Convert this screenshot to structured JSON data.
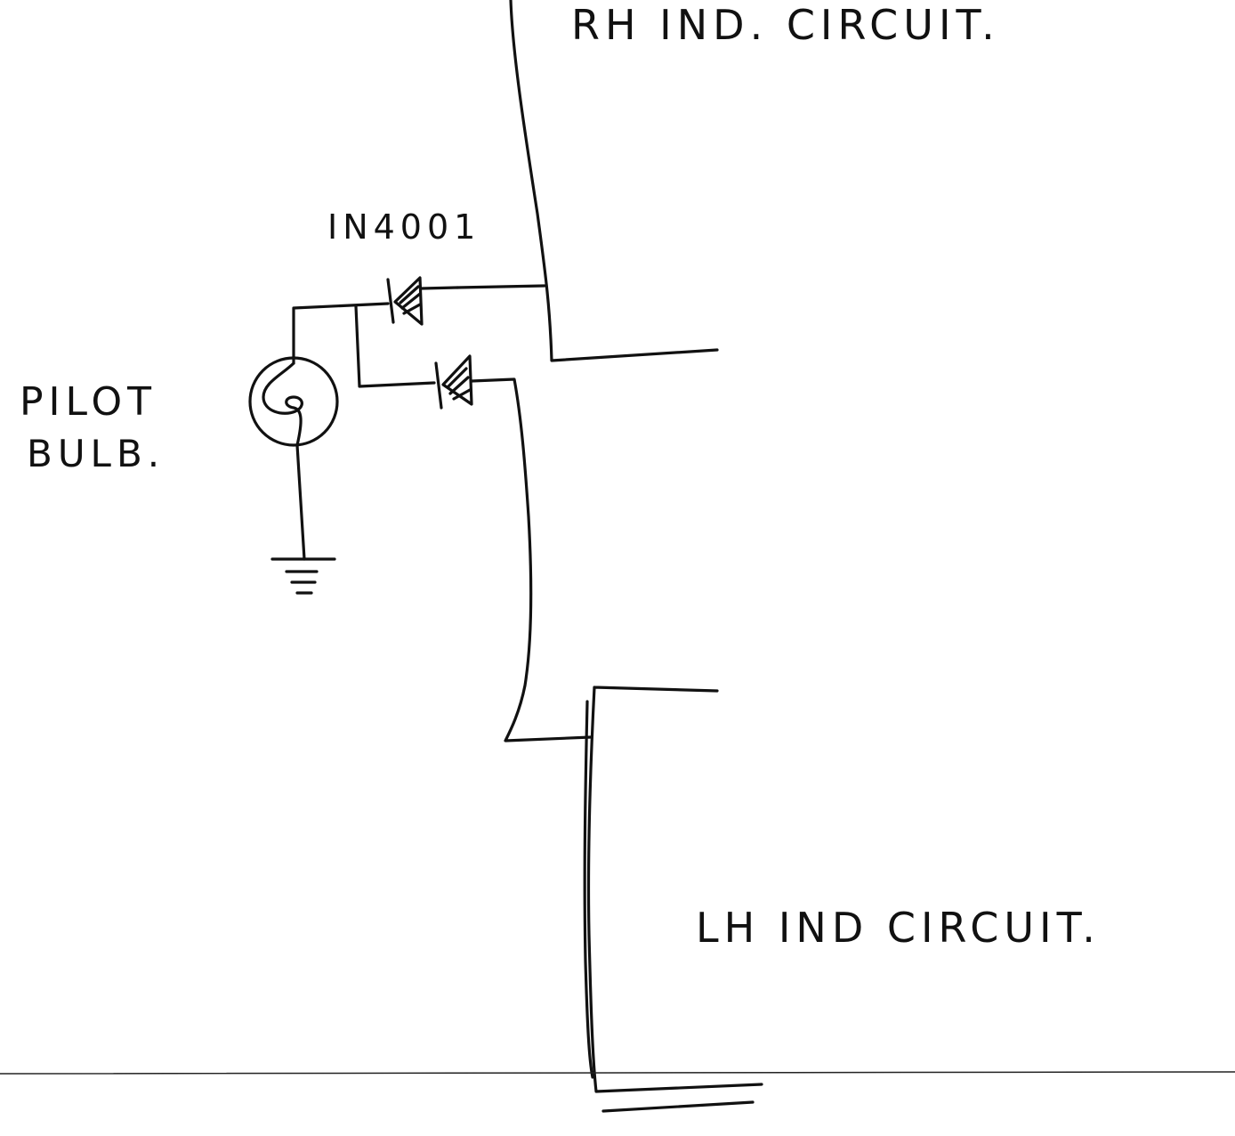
{
  "labels": {
    "rh_circuit": "RH IND. CIRCUIT.",
    "lh_circuit": "LH IND CIRCUIT.",
    "diode_part": "IN4001",
    "pilot_line1": "PILOT",
    "pilot_line2": "BULB."
  },
  "colors": {
    "ink": "#111111",
    "paper": "#ffffff"
  }
}
